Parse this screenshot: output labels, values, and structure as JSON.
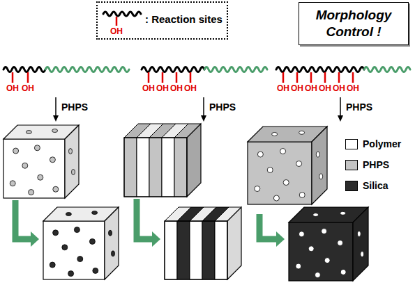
{
  "diagram": {
    "nodes": [
      {
        "text": [
          "OH",
          ": Reaction sites"
        ]
      },
      {
        "text": [
          "Morphology Control !"
        ]
      }
    ],
    "labels": [
      "OH",
      "OH",
      "OH",
      "OH",
      "OH",
      "OH",
      "OH",
      "OH",
      "OH",
      "OH",
      "OH",
      "OH",
      "PHPS",
      "PHPS",
      "PHPS"
    ],
    "legend": [
      {
        "text": "Polymer",
        "color": "#ffffff"
      },
      {
        "text": "PHPS",
        "color": "#c4c4c4"
      },
      {
        "text": "Silica",
        "color": "#2b2b2b"
      }
    ]
  }
}
